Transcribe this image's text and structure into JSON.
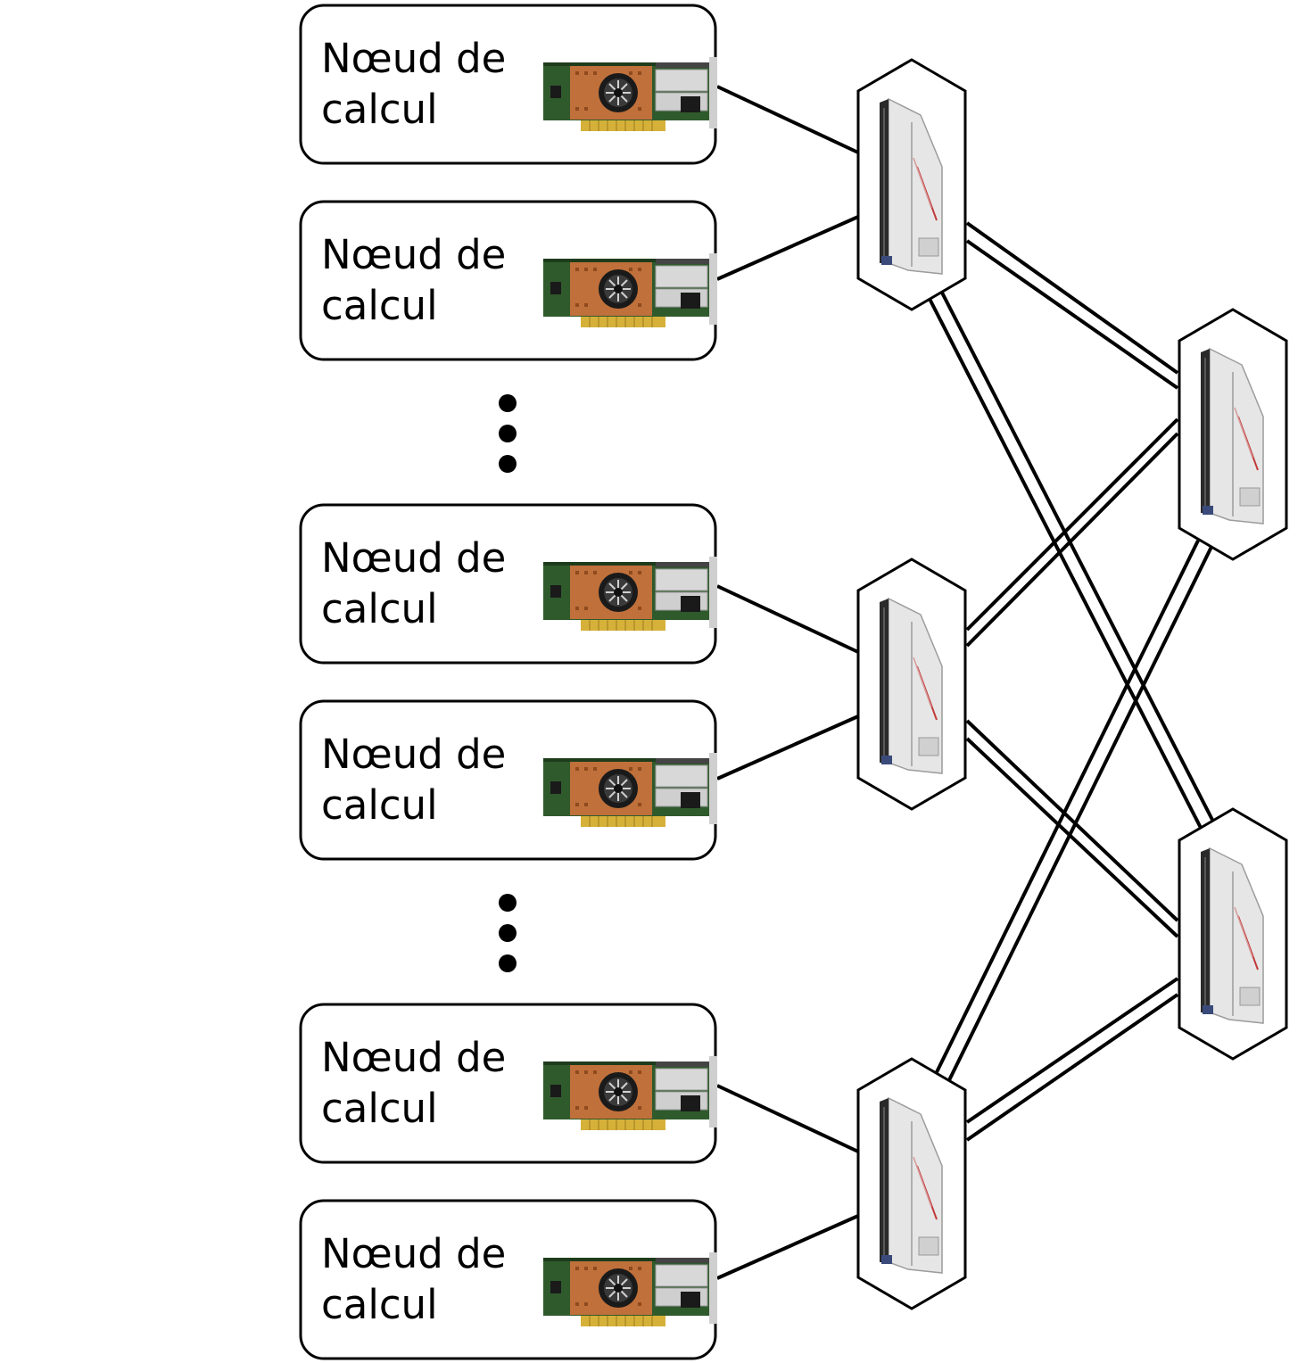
{
  "node_label": {
    "line1": "Nœud de",
    "line2": "calcul"
  },
  "nodes": [
    {
      "id": "node-1"
    },
    {
      "id": "node-2"
    },
    {
      "id": "node-3"
    },
    {
      "id": "node-4"
    },
    {
      "id": "node-5"
    },
    {
      "id": "node-6"
    }
  ],
  "leaf_switches": [
    {
      "id": "leaf-1",
      "nodes": [
        "node-1",
        "node-2"
      ]
    },
    {
      "id": "leaf-2",
      "nodes": [
        "node-3",
        "node-4"
      ]
    },
    {
      "id": "leaf-3",
      "nodes": [
        "node-5",
        "node-6"
      ]
    }
  ],
  "spine_switches": [
    {
      "id": "spine-1"
    },
    {
      "id": "spine-2"
    }
  ],
  "uplinks": "every leaf connects to every spine with a double cable",
  "colors": {
    "line": "#000000",
    "card_pcb": "#2f5a2c",
    "card_heatsink": "#c0703a",
    "card_gold": "#d6b13a",
    "switch_body": "#e6e6e6"
  }
}
